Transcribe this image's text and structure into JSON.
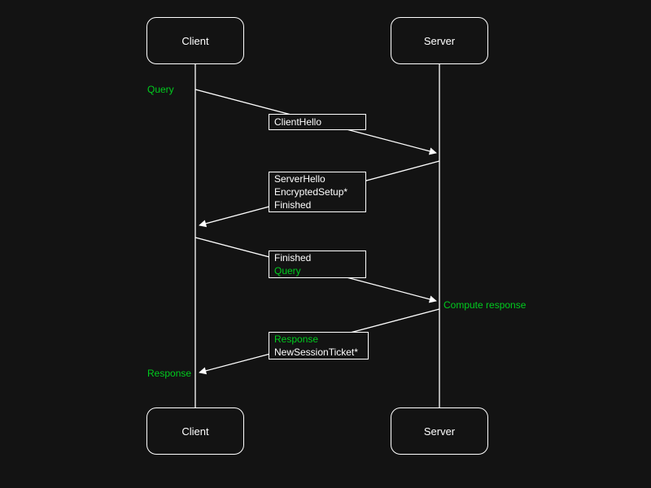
{
  "diagram": {
    "type": "sequence",
    "actors": [
      {
        "id": "client",
        "label": "Client"
      },
      {
        "id": "server",
        "label": "Server"
      }
    ],
    "messages": [
      {
        "from": "Client",
        "to": "Server",
        "lines": [
          {
            "text": "ClientHello",
            "emphasis": "normal"
          }
        ]
      },
      {
        "from": "Server",
        "to": "Client",
        "lines": [
          {
            "text": "ServerHello",
            "emphasis": "normal"
          },
          {
            "text": "EncryptedSetup*",
            "emphasis": "normal"
          },
          {
            "text": "Finished",
            "emphasis": "normal"
          }
        ]
      },
      {
        "from": "Client",
        "to": "Server",
        "lines": [
          {
            "text": "Finished",
            "emphasis": "normal"
          },
          {
            "text": "Query",
            "emphasis": "accent"
          }
        ]
      },
      {
        "from": "Server",
        "to": "Client",
        "lines": [
          {
            "text": "Response",
            "emphasis": "accent"
          },
          {
            "text": "NewSessionTicket*",
            "emphasis": "normal"
          }
        ]
      }
    ],
    "annotations": [
      {
        "text": "Query",
        "side": "left"
      },
      {
        "text": "Compute response",
        "side": "right"
      },
      {
        "text": "Response",
        "side": "left"
      }
    ],
    "colors": {
      "background": "#131313",
      "foreground": "#ffffff",
      "accent": "#00cc1e"
    }
  }
}
